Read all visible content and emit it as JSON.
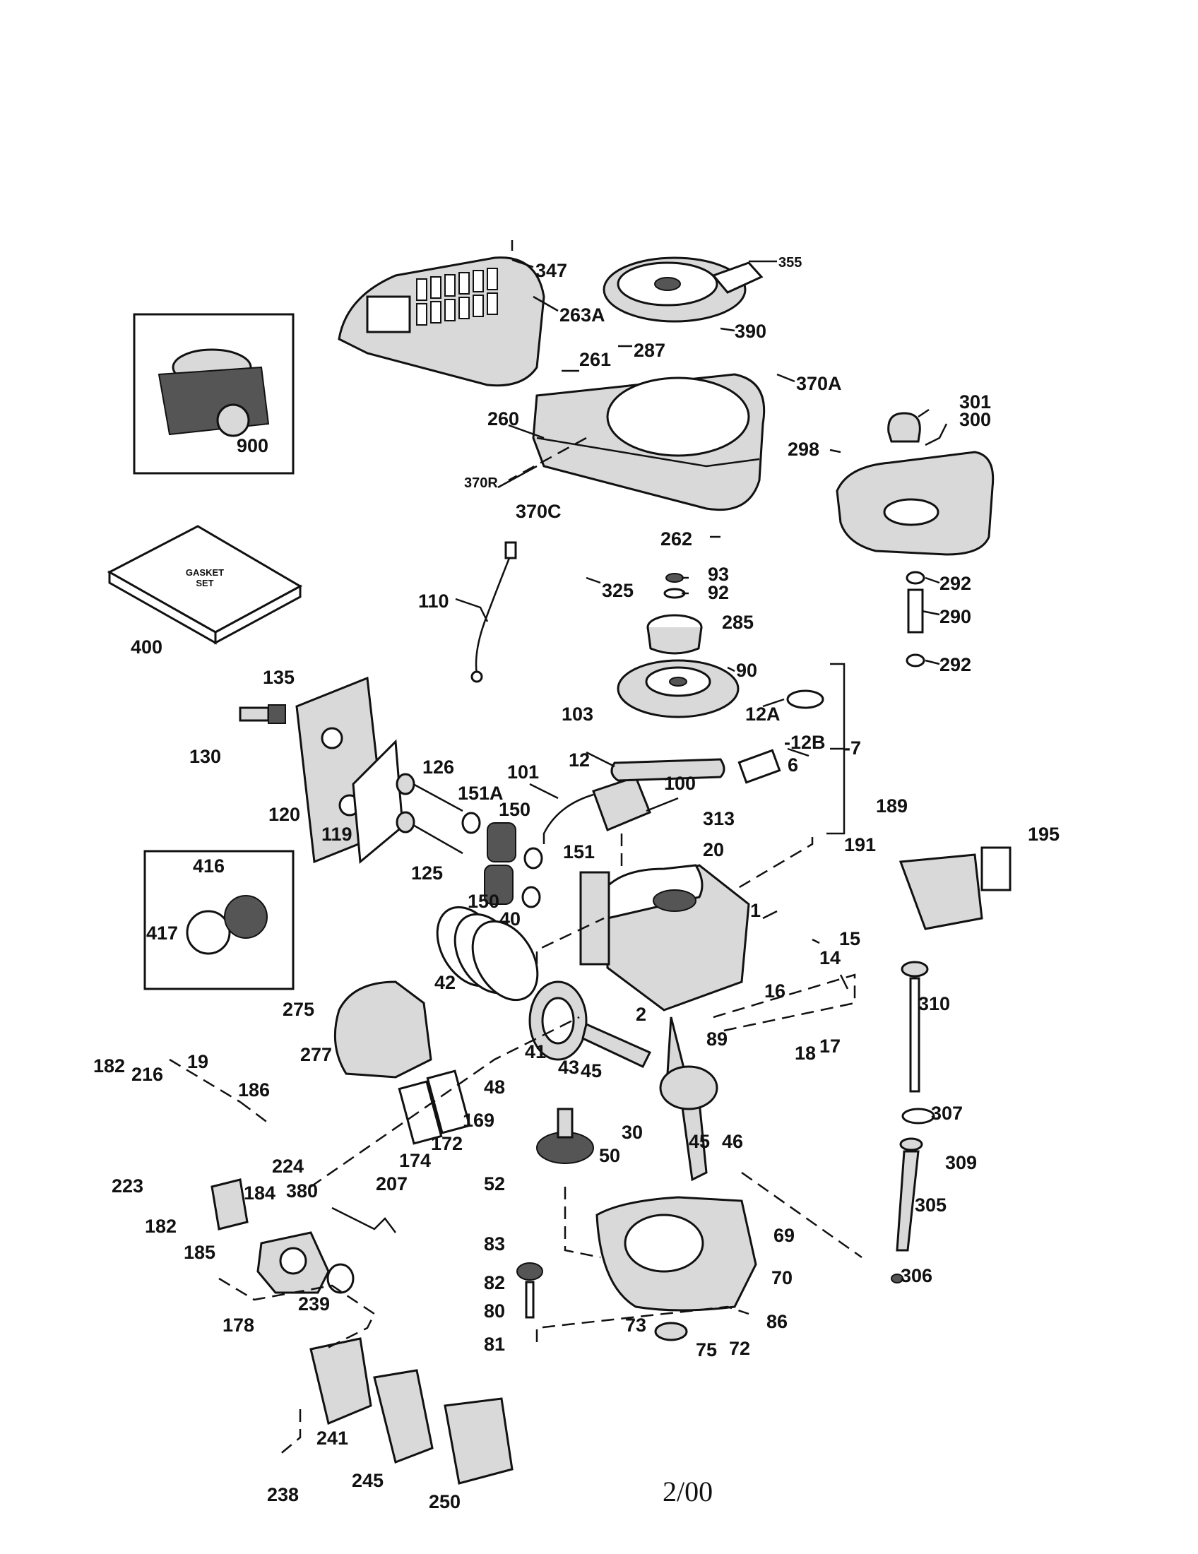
{
  "labels": {
    "p347": "347",
    "p355": "355",
    "p263A": "263A",
    "p390": "390",
    "p287": "287",
    "p261": "261",
    "p370A": "370A",
    "p260": "260",
    "p370R": "370R",
    "p370C": "370C",
    "p262": "262",
    "p301": "301",
    "p300": "300",
    "p298": "298",
    "p292a": "292",
    "p290": "290",
    "p292b": "292",
    "p900": "900",
    "p400": "400",
    "p110": "110",
    "p325": "325",
    "p93": "93",
    "p92": "92",
    "p285": "285",
    "p90": "90",
    "p135": "135",
    "p130": "130",
    "p120": "120",
    "p119": "119",
    "p103": "103",
    "p12A": "12A",
    "p12": "12",
    "p12B": "-12B",
    "p6": "6",
    "p7": "-7",
    "p126": "126",
    "p151A": "151A",
    "p101": "101",
    "p100": "100",
    "p150a": "150",
    "p313": "313",
    "p125": "125",
    "p151": "151",
    "p20": "20",
    "p189": "189",
    "p195": "195",
    "p191": "191",
    "p416": "416",
    "p417": "417",
    "p150b": "150",
    "p40": "40",
    "p1": "1",
    "p15": "15",
    "p14": "14",
    "p42": "42",
    "p310": "310",
    "p16": "16",
    "p2": "2",
    "p17": "17",
    "p18": "18",
    "p275": "275",
    "p89": "89",
    "p41": "41",
    "p43": "43",
    "p45a": "45",
    "p277": "277",
    "p182a": "182",
    "p216": "216",
    "p19": "19",
    "p186": "186",
    "p48": "48",
    "p169": "169",
    "p307": "307",
    "p30": "30",
    "p45b": "45",
    "p46": "46",
    "p174": "174",
    "p172": "172",
    "p50": "50",
    "p309": "309",
    "p224": "224",
    "p223": "223",
    "p184": "184",
    "p380": "380",
    "p207": "207",
    "p52": "52",
    "p305": "305",
    "p182b": "182",
    "p185": "185",
    "p69": "69",
    "p83": "83",
    "p306": "306",
    "p70": "70",
    "p82": "82",
    "p239": "239",
    "p178": "178",
    "p80": "80",
    "p86": "86",
    "p73": "73",
    "p72": "72",
    "p81": "81",
    "p75": "75",
    "p241": "241",
    "p245": "245",
    "p238": "238",
    "p250": "250"
  },
  "gasket_box": {
    "line1": "GASKET",
    "line2": "SET"
  },
  "footer": {
    "date": "2/00"
  }
}
